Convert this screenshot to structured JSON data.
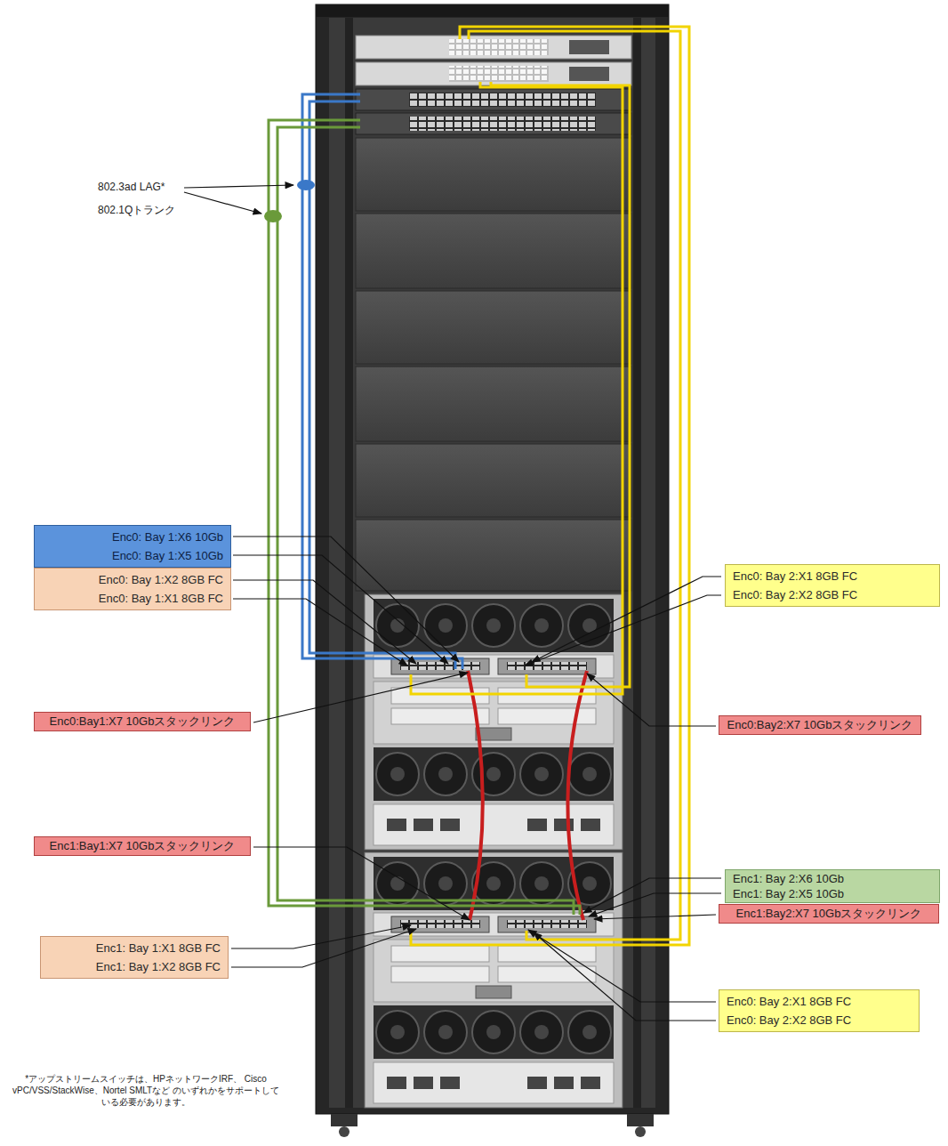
{
  "diagram": {
    "nodes": [
      {
        "text": [
          "Enc0: Bay 1:X6 10Gb",
          "Enc0: Bay 1:X5 10Gb"
        ]
      },
      {
        "text": [
          "Enc0: Bay 1:X2 8GB FC",
          "Enc0: Bay 1:X1 8GB FC"
        ]
      },
      {
        "text": [
          "Enc0: Bay 2:X1 8GB FC",
          "Enc0: Bay 2:X2 8GB FC"
        ]
      },
      {
        "text": [
          "Enc0:Bay1:X7 10Gbスタックリンク"
        ]
      },
      {
        "text": [
          "Enc0:Bay2:X7 10Gbスタックリンク"
        ]
      },
      {
        "text": [
          "Enc1:Bay1:X7 10Gbスタックリンク"
        ]
      },
      {
        "text": [
          "Enc1: Bay 2:X6 10Gb",
          "Enc1: Bay 2:X5 10Gb"
        ]
      },
      {
        "text": [
          "Enc1:Bay2:X7 10Gbスタックリンク"
        ]
      },
      {
        "text": [
          "Enc1: Bay 1:X1 8GB FC",
          "Enc1: Bay 1:X2 8GB FC"
        ]
      },
      {
        "text": [
          "Enc0: Bay 2:X1 8GB FC",
          "Enc0: Bay 2:X2 8GB FC"
        ]
      }
    ],
    "labels": [
      "802.3ad LAG*",
      "802.1Qトランク",
      "*アップストリームスイッチは、HPネットワークIRF、 Cisco vPC/VSS/StackWise、Nortel SMLTなど のいずれかをサポートしている必要があります。"
    ]
  }
}
